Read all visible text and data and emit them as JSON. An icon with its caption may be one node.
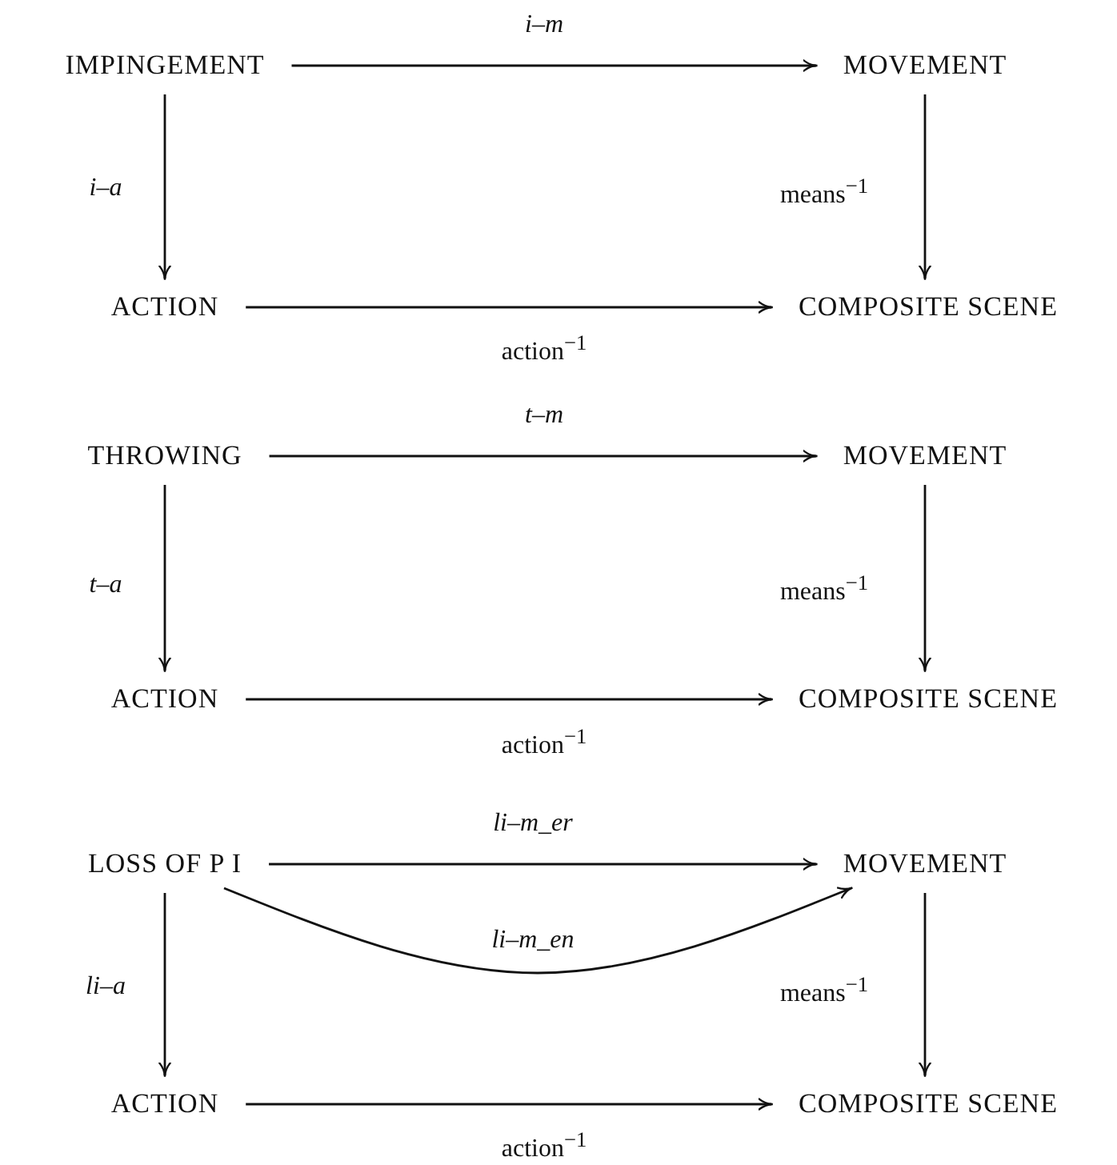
{
  "diagram": {
    "nodes": [
      {
        "text": [
          "IMPINGEMENT"
        ]
      },
      {
        "text": [
          "MOVEMENT"
        ]
      },
      {
        "text": [
          "ACTION"
        ]
      },
      {
        "text": [
          "COMPOSITE SCENE"
        ]
      },
      {
        "text": [
          "THROWING"
        ]
      },
      {
        "text": [
          "MOVEMENT"
        ]
      },
      {
        "text": [
          "ACTION"
        ]
      },
      {
        "text": [
          "COMPOSITE SCENE"
        ]
      },
      {
        "text": [
          "LOSS OF P I"
        ]
      },
      {
        "text": [
          "MOVEMENT"
        ]
      },
      {
        "text": [
          "ACTION"
        ]
      },
      {
        "text": [
          "COMPOSITE SCENE"
        ]
      }
    ],
    "edges": [
      {
        "from": 0,
        "to": 1,
        "arrow": "to",
        "label": "i–m"
      },
      {
        "from": 0,
        "to": 2,
        "arrow": "to",
        "label": "i–a"
      },
      {
        "from": 1,
        "to": 3,
        "arrow": "to",
        "label": "means$^{−1}$"
      },
      {
        "from": 2,
        "to": 3,
        "arrow": "to",
        "label": "action$^{−1}$"
      },
      {
        "from": 4,
        "to": 5,
        "arrow": "to",
        "label": "t–m"
      },
      {
        "from": 4,
        "to": 6,
        "arrow": "to",
        "label": "t–a"
      },
      {
        "from": 5,
        "to": 7,
        "arrow": "to",
        "label": "means$^{−1}$"
      },
      {
        "from": 6,
        "to": 7,
        "arrow": "to",
        "label": "action$^{−1}$"
      },
      {
        "from": 8,
        "to": 9,
        "arrow": "to",
        "label": "li–m_er"
      },
      {
        "from": 8,
        "to": 9,
        "arrow": "to",
        "label": "li–m_en"
      },
      {
        "from": 8,
        "to": 10,
        "arrow": "to",
        "label": "li–a"
      },
      {
        "from": 9,
        "to": 11,
        "arrow": "to",
        "label": "means$^{−1}$"
      },
      {
        "from": 10,
        "to": 11,
        "arrow": "to",
        "label": "action$^{−1}$"
      }
    ]
  }
}
